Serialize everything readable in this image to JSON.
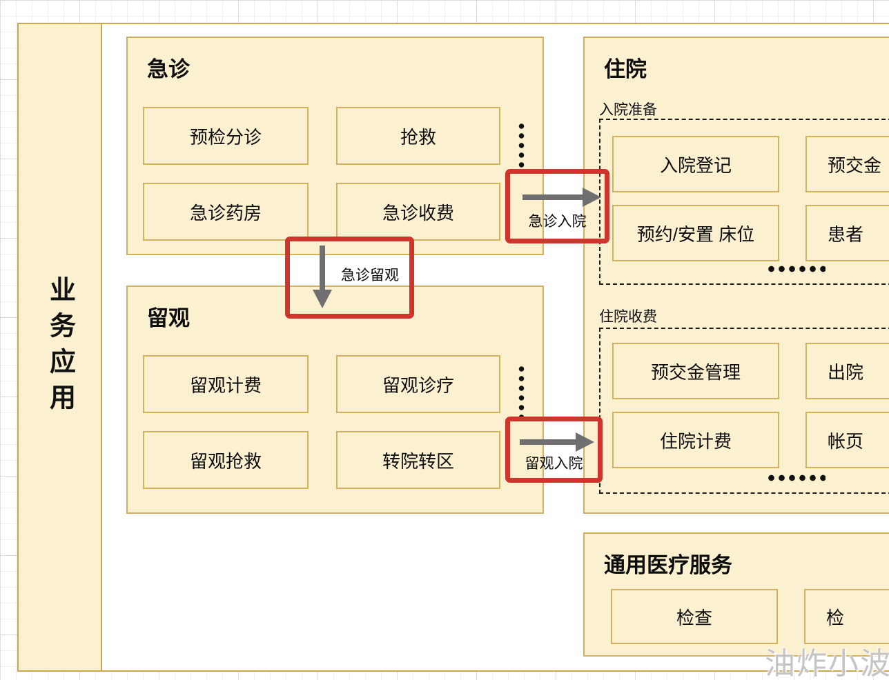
{
  "sidebar": {
    "title": "业务应用"
  },
  "emergency": {
    "title": "急诊",
    "modules": [
      "预检分诊",
      "抢救",
      "急诊药房",
      "急诊收费"
    ]
  },
  "observation": {
    "title": "留观",
    "modules": [
      "留观计费",
      "留观诊疗",
      "留观抢救",
      "转院转区"
    ]
  },
  "inpatient": {
    "title": "住院",
    "groups": [
      {
        "label": "入院准备",
        "modules": [
          "入院登记",
          "预交金",
          "预约/安置 床位",
          "患者"
        ],
        "ellipsis": "......"
      },
      {
        "label": "住院收费",
        "modules": [
          "预交金管理",
          "出院",
          "住院计费",
          "帐页"
        ],
        "ellipsis": "......"
      }
    ]
  },
  "general": {
    "title": "通用医疗服务",
    "modules": [
      "检查",
      "检"
    ]
  },
  "connectors": [
    {
      "label": "急诊入院",
      "direction": "right"
    },
    {
      "label": "急诊留观",
      "direction": "down"
    },
    {
      "label": "留观入院",
      "direction": "right"
    }
  ],
  "watermark": {
    "text": "油炸小波"
  },
  "colors": {
    "box_fill": "#fbf0cf",
    "box_border": "#d2b15c",
    "highlight_red": "#ce352c",
    "arrow_gray": "#6f6f6f"
  }
}
